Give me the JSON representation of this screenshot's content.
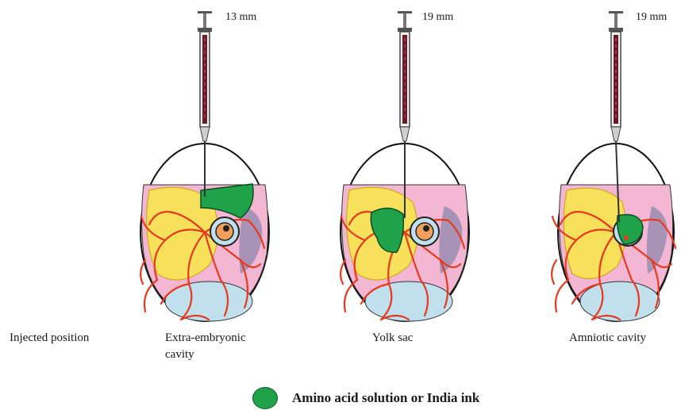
{
  "depths": [
    "13 mm",
    "19 mm",
    "19 mm"
  ],
  "row_label": "Injected position",
  "positions": [
    "Extra-embryonic cavity",
    "Yolk sac",
    "Amniotic cavity"
  ],
  "legend": {
    "label": "Amino acid solution or India ink",
    "color": "#1fa24a"
  },
  "colors": {
    "albumen_pink": "#f4b7d3",
    "yolk": "#f7e15a",
    "vessels": "#e8391e",
    "air_sac": "#bfe0ec",
    "embryo": "#f2a05a",
    "ink": "#1fa24a"
  }
}
